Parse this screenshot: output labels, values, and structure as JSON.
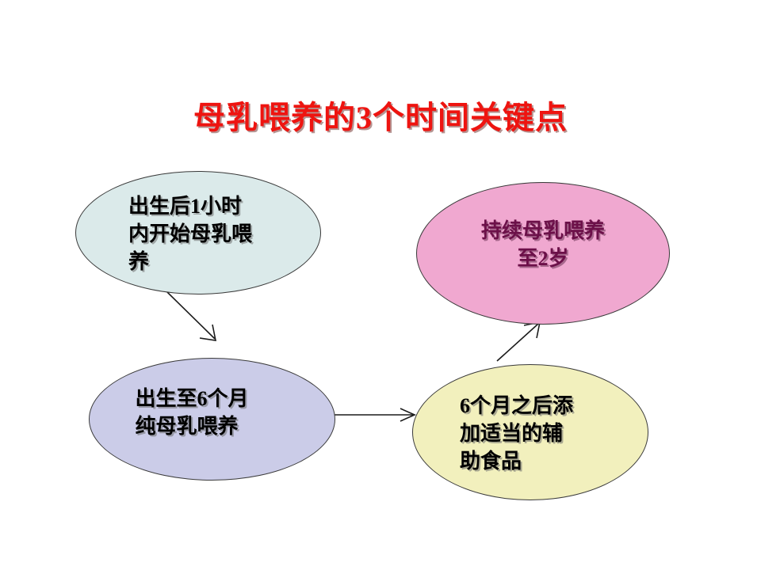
{
  "slide": {
    "title": "母乳喂养的3个时间关键点",
    "title_color": "#ee1410",
    "background_color": "#ffffff"
  },
  "nodes": [
    {
      "id": "birth-hour",
      "label": "出生后1小时\n内开始母乳喂\n养",
      "fill": "#dbeaea",
      "text_color": "#000000",
      "shape": "ellipse"
    },
    {
      "id": "continue-2y",
      "label": "持续母乳喂养\n至2岁",
      "fill": "#f0a8d0",
      "text_color": "#6c1049",
      "shape": "ellipse"
    },
    {
      "id": "exclusive-6m",
      "label": "出生至6个月\n纯母乳喂养",
      "fill": "#cbcce8",
      "text_color": "#000000",
      "shape": "ellipse"
    },
    {
      "id": "complementary",
      "label": "6个月之后添\n加适当的辅\n助食品",
      "fill": "#f2f0bd",
      "text_color": "#000000",
      "shape": "ellipse"
    }
  ],
  "connectors": [
    {
      "id": "birth-hour-to-exclusive-6m",
      "from": "birth-hour",
      "to": "exclusive-6m",
      "style": "arrow",
      "color": "#1b1b1b"
    },
    {
      "id": "exclusive-6m-to-complementary",
      "from": "exclusive-6m",
      "to": "complementary",
      "style": "arrow",
      "color": "#1b1b1b"
    },
    {
      "id": "complementary-to-continue-2y",
      "from": "complementary",
      "to": "continue-2y",
      "style": "arrow",
      "color": "#1b1b1b"
    }
  ]
}
